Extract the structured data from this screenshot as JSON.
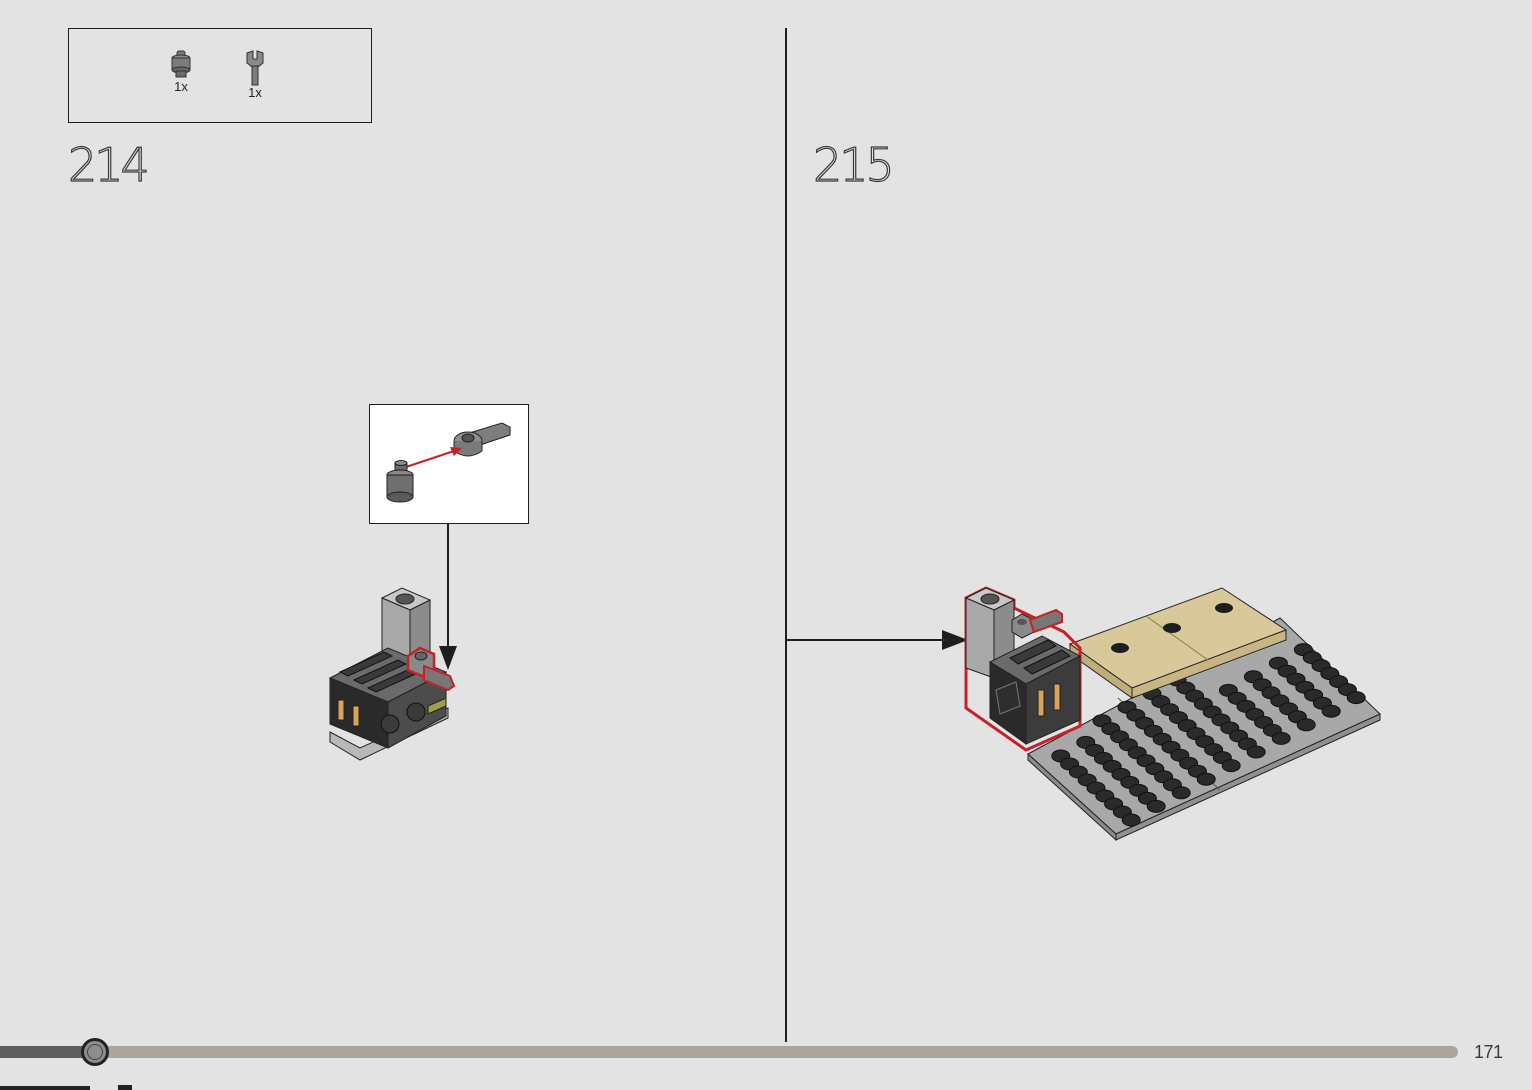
{
  "parts_list": {
    "items": [
      {
        "icon": "round-plate-icon",
        "quantity": "1x"
      },
      {
        "icon": "bar-holder-clip-icon",
        "quantity": "1x"
      }
    ]
  },
  "steps": [
    {
      "number": "214"
    },
    {
      "number": "215"
    }
  ],
  "progress": {
    "value": 0.065
  },
  "page_number": "171",
  "colors": {
    "background": "#e3e3e3",
    "highlight_outline": "#c8202a",
    "progress_track": "#aca59c",
    "progress_fill": "#5f5f5f",
    "tan": "#d9c99a",
    "light_gray": "#a8a8a8",
    "dark_gray": "#555555"
  }
}
